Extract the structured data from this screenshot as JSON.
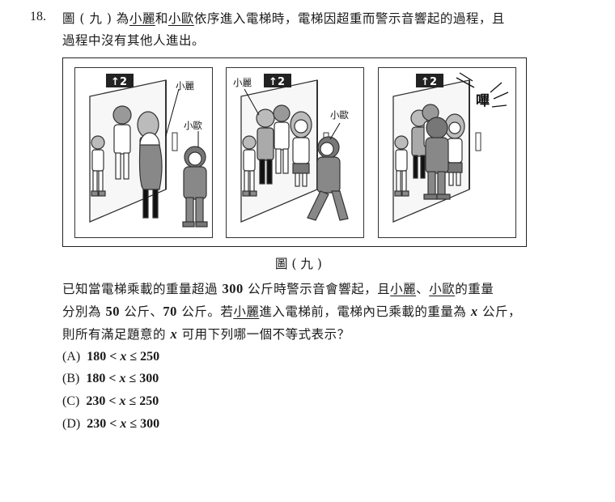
{
  "question": {
    "number": "18.",
    "stem_line1": {
      "seg1": "圖 ( 九 ) 為",
      "name1": "小麗",
      "seg2": "和",
      "name2": "小歐",
      "seg3": "依序進入電梯時，電梯因超重而警示音響起的過程，且"
    },
    "stem_line2": "過程中沒有其他人進出。"
  },
  "figure": {
    "caption": "圖 ( 九 )",
    "panels": [
      {
        "floor": "2",
        "labels": [
          "小麗",
          "小歐"
        ]
      },
      {
        "floor": "2",
        "labels": [
          "小麗",
          "小歐"
        ]
      },
      {
        "floor": "2",
        "sound": "嗶"
      }
    ]
  },
  "body": {
    "l1_a": "已知當電梯乘載的重量超過",
    "l1_n": "300",
    "l1_b": "公斤時警示音會響起，且",
    "l1_name1": "小麗",
    "l1_c": "、",
    "l1_name2": "小歐",
    "l1_d": "的重量",
    "l2_a": "分別為",
    "l2_n1": "50",
    "l2_b": "公斤、",
    "l2_n2": "70",
    "l2_c": "公斤。若",
    "l2_name": "小麗",
    "l2_d": "進入電梯前，電梯內已乘載的重量為",
    "l2_x": "x",
    "l2_e": "公斤，",
    "l3_a": "則所有滿足題意的",
    "l3_x": "x",
    "l3_b": "可用下列哪一個不等式表示？"
  },
  "options": [
    {
      "label": "(A)",
      "low": "180",
      "var": "x",
      "high": "250"
    },
    {
      "label": "(B)",
      "low": "180",
      "var": "x",
      "high": "300"
    },
    {
      "label": "(C)",
      "low": "230",
      "var": "x",
      "high": "250"
    },
    {
      "label": "(D)",
      "low": "230",
      "var": "x",
      "high": "300"
    }
  ]
}
